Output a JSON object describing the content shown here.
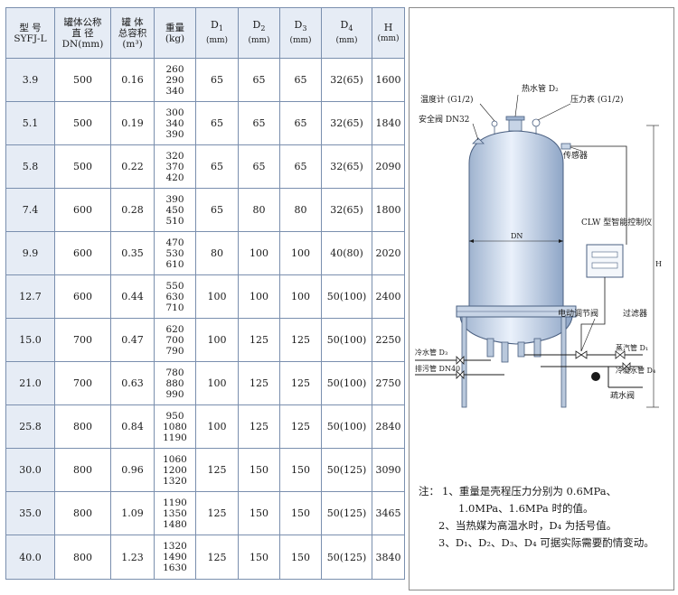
{
  "table": {
    "headers": {
      "model": [
        "型 号",
        "SYFJ-L"
      ],
      "dn": [
        "罐体公称",
        "直 径",
        "DN(mm)"
      ],
      "volume": [
        "罐 体",
        "总容积",
        "(m³)"
      ],
      "weight": [
        "重量",
        "(kg)"
      ],
      "d1": {
        "base": "D",
        "sub": "1",
        "unit": "(mm)"
      },
      "d2": {
        "base": "D",
        "sub": "2",
        "unit": "(mm)"
      },
      "d3": {
        "base": "D",
        "sub": "3",
        "unit": "(mm)"
      },
      "d4": {
        "base": "D",
        "sub": "4",
        "unit": "(mm)"
      },
      "h": {
        "base": "H",
        "unit": "(mm)"
      }
    },
    "rows": [
      {
        "model": "3.9",
        "dn": "500",
        "vol": "0.16",
        "w": [
          "260",
          "290",
          "340"
        ],
        "d1": "65",
        "d2": "65",
        "d3": "65",
        "d4": "32(65)",
        "h": "1600"
      },
      {
        "model": "5.1",
        "dn": "500",
        "vol": "0.19",
        "w": [
          "300",
          "340",
          "390"
        ],
        "d1": "65",
        "d2": "65",
        "d3": "65",
        "d4": "32(65)",
        "h": "1840"
      },
      {
        "model": "5.8",
        "dn": "500",
        "vol": "0.22",
        "w": [
          "320",
          "370",
          "420"
        ],
        "d1": "65",
        "d2": "65",
        "d3": "65",
        "d4": "32(65)",
        "h": "2090"
      },
      {
        "model": "7.4",
        "dn": "600",
        "vol": "0.28",
        "w": [
          "390",
          "450",
          "510"
        ],
        "d1": "65",
        "d2": "80",
        "d3": "80",
        "d4": "32(65)",
        "h": "1800"
      },
      {
        "model": "9.9",
        "dn": "600",
        "vol": "0.35",
        "w": [
          "470",
          "530",
          "610"
        ],
        "d1": "80",
        "d2": "100",
        "d3": "100",
        "d4": "40(80)",
        "h": "2020"
      },
      {
        "model": "12.7",
        "dn": "600",
        "vol": "0.44",
        "w": [
          "550",
          "630",
          "710"
        ],
        "d1": "100",
        "d2": "100",
        "d3": "100",
        "d4": "50(100)",
        "h": "2400"
      },
      {
        "model": "15.0",
        "dn": "700",
        "vol": "0.47",
        "w": [
          "620",
          "700",
          "790"
        ],
        "d1": "100",
        "d2": "125",
        "d3": "125",
        "d4": "50(100)",
        "h": "2250"
      },
      {
        "model": "21.0",
        "dn": "700",
        "vol": "0.63",
        "w": [
          "780",
          "880",
          "990"
        ],
        "d1": "100",
        "d2": "125",
        "d3": "125",
        "d4": "50(100)",
        "h": "2750"
      },
      {
        "model": "25.8",
        "dn": "800",
        "vol": "0.84",
        "w": [
          "950",
          "1080",
          "1190"
        ],
        "d1": "100",
        "d2": "125",
        "d3": "125",
        "d4": "50(100)",
        "h": "2840"
      },
      {
        "model": "30.0",
        "dn": "800",
        "vol": "0.96",
        "w": [
          "1060",
          "1200",
          "1320"
        ],
        "d1": "125",
        "d2": "150",
        "d3": "150",
        "d4": "50(125)",
        "h": "3090"
      },
      {
        "model": "35.0",
        "dn": "800",
        "vol": "1.09",
        "w": [
          "1190",
          "1350",
          "1480"
        ],
        "d1": "125",
        "d2": "150",
        "d3": "150",
        "d4": "50(125)",
        "h": "3465"
      },
      {
        "model": "40.0",
        "dn": "800",
        "vol": "1.23",
        "w": [
          "1320",
          "1490",
          "1630"
        ],
        "d1": "125",
        "d2": "150",
        "d3": "150",
        "d4": "50(125)",
        "h": "3840"
      }
    ]
  },
  "diagram": {
    "labels": {
      "hot_water": "热水管 D₂",
      "thermometer": "温度计 (G1/2)",
      "pressure": "压力表 (G1/2)",
      "safety_valve": "安全阀 DN32",
      "sensor": "传感器",
      "controller": "CLW 型智能控制仪",
      "dn": "DN",
      "h": "H",
      "electric_valve": "电动调节阀",
      "filter": "过滤器",
      "cold_water": "冷水管 D₃",
      "steam": "蒸汽管 D₁",
      "drain": "排污管 DN40",
      "condensate": "冷凝水管 D₄",
      "trap": "疏水阀"
    }
  },
  "notes": {
    "prefix": "注：",
    "item1_num": "1、",
    "item1_a": "重量是壳程压力分别为 0.6MPa、",
    "item1_b": "1.0MPa、1.6MPa 时的值。",
    "item2": "2、当热媒为高温水时，D₄ 为括号值。",
    "item3": "3、D₁、D₂、D₃、D₄ 可据实际需要酌情变动。"
  },
  "colors": {
    "header_bg": "#e6ecf5",
    "grid": "#7a8fae",
    "tank_light": "#eaf1fb",
    "tank_dark": "#9fb3cf"
  }
}
